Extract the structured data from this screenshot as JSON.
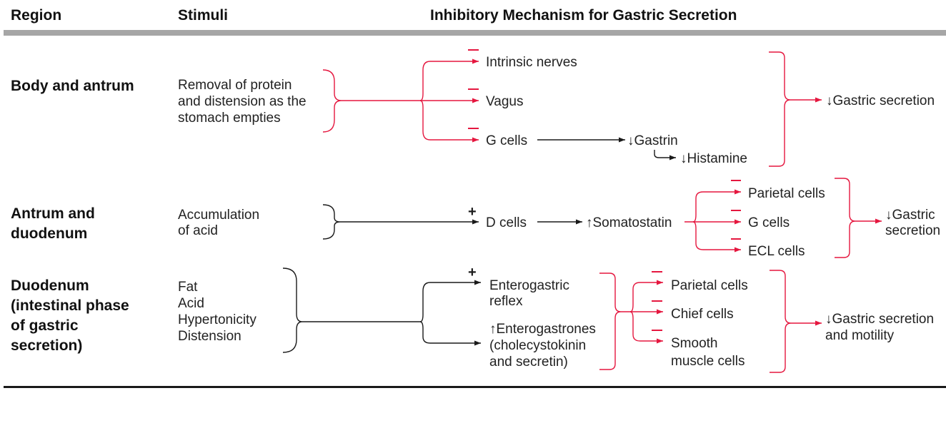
{
  "colors": {
    "inhibitory": "#e5173f",
    "stimulatory": "#1a1a1a",
    "header_rule": "#a6a6a6",
    "text": "#222222"
  },
  "header": {
    "region": "Region",
    "stimuli": "Stimuli",
    "mechanism": "Inhibitory Mechanism for Gastric Secretion"
  },
  "rows": {
    "body_antrum": {
      "region": [
        "Body and antrum"
      ],
      "stimuli": [
        "Removal of protein",
        "and distension as the",
        "stomach empties"
      ],
      "targets": [
        "Intrinsic nerves",
        "Vagus",
        "G cells"
      ],
      "gastrin": "↓Gastrin",
      "histamine": "↓Histamine",
      "outcome": [
        "↓Gastric secretion"
      ],
      "target_sign": "−"
    },
    "antrum_duodenum": {
      "region": [
        "Antrum and",
        "duodenum"
      ],
      "stimuli": [
        "Accumulation",
        "of acid"
      ],
      "d_sign": "+",
      "d_cells": "D cells",
      "somatostatin": "↑Somatostatin",
      "targets": [
        "Parietal cells",
        "G cells",
        "ECL cells"
      ],
      "outcome": [
        "↓Gastric",
        "secretion"
      ],
      "target_sign": "−"
    },
    "duodenum": {
      "region": [
        "Duodenum",
        "(intestinal phase",
        "of gastric",
        "secretion)"
      ],
      "stimuli": [
        "Fat",
        "Acid",
        "Hypertonicity",
        "Distension"
      ],
      "reflex_sign": "+",
      "reflex": [
        "Enterogastric",
        "reflex"
      ],
      "enterogastrones": [
        "↑Enterogastrones",
        "(cholecystokinin",
        "and secretin)"
      ],
      "targets": [
        "Parietal cells",
        "Chief cells",
        "Smooth",
        "muscle cells"
      ],
      "outcome": [
        "↓Gastric secretion",
        "and motility"
      ],
      "target_sign": "−"
    }
  }
}
